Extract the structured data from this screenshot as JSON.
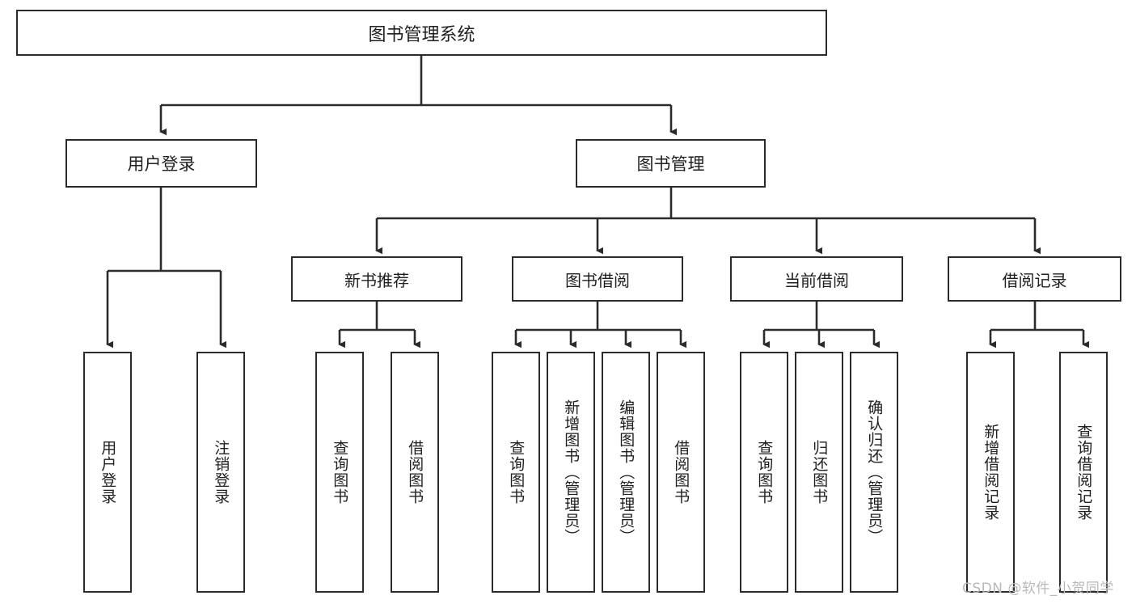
{
  "diagram": {
    "title": "图书管理系统",
    "root": {
      "label": "图书管理系统"
    },
    "level2": [
      {
        "label": "用户登录"
      },
      {
        "label": "图书管理"
      }
    ],
    "level3": [
      {
        "label": "新书推荐"
      },
      {
        "label": "图书借阅"
      },
      {
        "label": "当前借阅"
      },
      {
        "label": "借阅记录"
      }
    ],
    "leaves": [
      {
        "label": "用户登录",
        "parent": "用户登录"
      },
      {
        "label": "注销登录",
        "parent": "用户登录"
      },
      {
        "label": "查询图书",
        "parent": "新书推荐"
      },
      {
        "label": "借阅图书",
        "parent": "新书推荐"
      },
      {
        "label": "查询图书",
        "parent": "图书借阅"
      },
      {
        "label": "新增图书（管理员）",
        "parent": "图书借阅"
      },
      {
        "label": "编辑图书（管理员）",
        "parent": "图书借阅"
      },
      {
        "label": "借阅图书",
        "parent": "图书借阅"
      },
      {
        "label": "查询图书",
        "parent": "当前借阅"
      },
      {
        "label": "归还图书",
        "parent": "当前借阅"
      },
      {
        "label": "确认归还（管理员）",
        "parent": "当前借阅"
      },
      {
        "label": "新增借阅记录",
        "parent": "借阅记录"
      },
      {
        "label": "查询借阅记录",
        "parent": "借阅记录"
      }
    ],
    "watermark": "CSDN @软件_小贺同学",
    "colors": {
      "stroke": "#2b2b2b",
      "text": "#1f1f1f",
      "background": "#ffffff",
      "watermark": "#b9b9b9"
    }
  }
}
